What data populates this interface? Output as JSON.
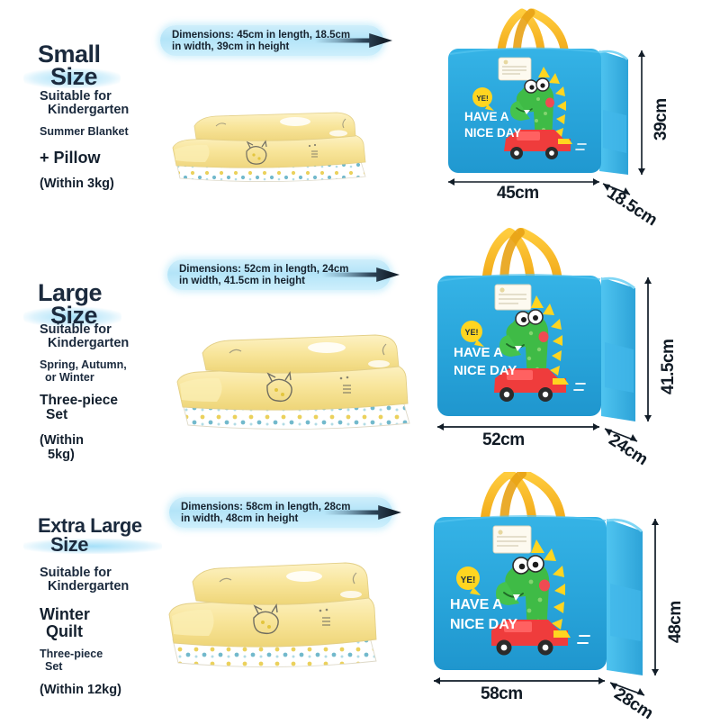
{
  "product": {
    "type": "storage-bag-size-guide",
    "bag_color": "#2ca7dd",
    "handle_color": "#f4b51f",
    "accent_banner_color": "#b3e4f8",
    "title_text_color": "#1b2a3d",
    "graphic_text_primary": "HAVE A",
    "graphic_text_secondary": "NICE DAY",
    "graphic_bubble_text": "YE!"
  },
  "sections": [
    {
      "id": "small",
      "title_line1": "Small",
      "title_line2": "Size",
      "banner": "Dimensions: 45cm in length, 18.5cm\n in width, 39cm in height",
      "suitable_line1": "Suitable for",
      "suitable_line2": "Kindergarten",
      "sub_line1": "Summer Blanket",
      "sub_line2": "",
      "feature_line1": "+ Pillow",
      "feature_line2": "",
      "weight_line1": "(Within 3kg)",
      "weight_line2": "",
      "dim_width": "45cm",
      "dim_depth": "18.5cm",
      "dim_height": "39cm"
    },
    {
      "id": "large",
      "title_line1": "Large",
      "title_line2": "Size",
      "banner": "Dimensions: 52cm in length, 24cm\n in width, 41.5cm in height",
      "suitable_line1": "Suitable for",
      "suitable_line2": "Kindergarten",
      "sub_line1": "Spring, Autumn,",
      "sub_line2": " or Winter",
      "feature_line1": "Three-piece",
      "feature_line2": " Set",
      "weight_line1": "(Within",
      "weight_line2": " 5kg)",
      "dim_width": "52cm",
      "dim_depth": "24cm",
      "dim_height": "41.5cm"
    },
    {
      "id": "extra-large",
      "title_line1": "Extra Large",
      "title_line2": "Size",
      "banner": "Dimensions: 58cm in length, 28cm\n in width, 48cm in height",
      "suitable_line1": "Suitable for",
      "suitable_line2": "Kindergarten",
      "sub_line1": "Winter",
      "sub_line2": " Quilt",
      "feature_line1": "Three-piece",
      "feature_line2": " Set",
      "weight_line1": "(Within 12kg)",
      "weight_line2": "",
      "dim_width": "58cm",
      "dim_depth": "28cm",
      "dim_height": "48cm"
    }
  ]
}
